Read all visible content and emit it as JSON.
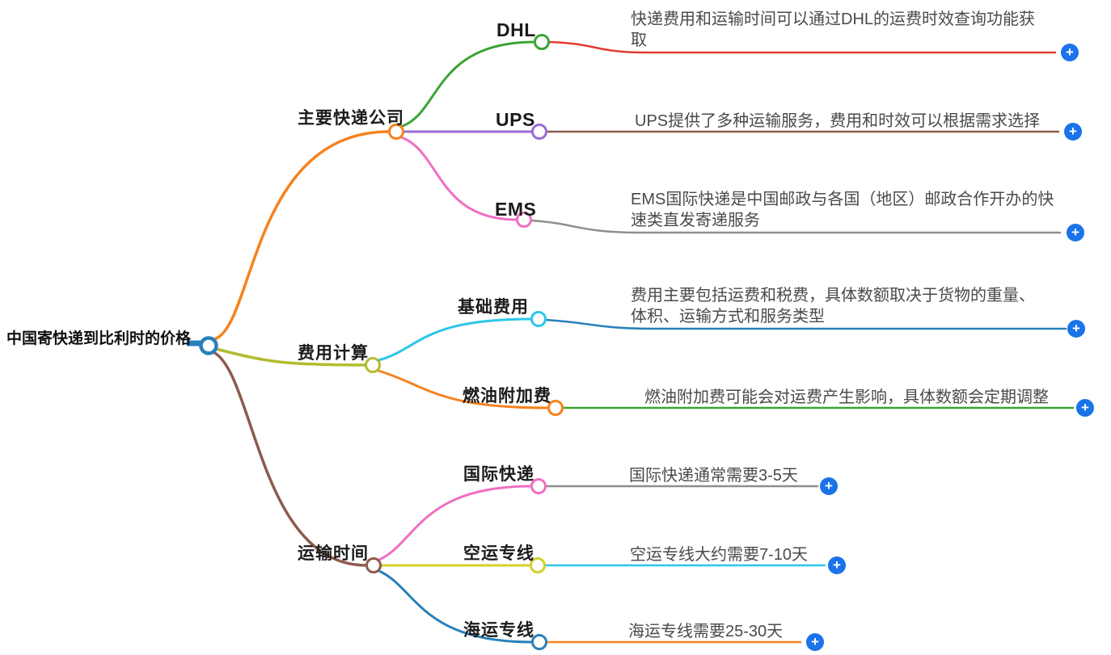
{
  "palette": {
    "root_blue": "#2980B9",
    "orange": "#F5821E",
    "olive": "#B3BC2F",
    "brown": "#8D5B4C",
    "green": "#3AA435",
    "red": "#E03C31",
    "purple": "#9B6BD3",
    "pink": "#F06EC2",
    "gray": "#8E8E8E",
    "cyan": "#2EC6E8",
    "blue": "#2980B9",
    "yellow": "#D2D12E",
    "white": "#FFFFFF",
    "add_button_blue": "#1A73E8",
    "label_text": "#1B1B1B",
    "desc_text": "#4A4A4A"
  },
  "root": {
    "label": "中国寄快递到比利时的价格"
  },
  "branches": [
    {
      "label": "主要快递公司",
      "children": [
        {
          "label": "DHL",
          "desc": "快递费用和运输时间可以通过DHL的运费时效查询功能获取"
        },
        {
          "label": "UPS",
          "desc": "UPS提供了多种运输服务，费用和时效可以根据需求选择"
        },
        {
          "label": "EMS",
          "desc": "EMS国际快递是中国邮政与各国（地区）邮政合作开办的快速类直发寄递服务"
        }
      ]
    },
    {
      "label": "费用计算",
      "children": [
        {
          "label": "基础费用",
          "desc": "费用主要包括运费和税费，具体数额取决于货物的重量、体积、运输方式和服务类型"
        },
        {
          "label": "燃油附加费",
          "desc": "燃油附加费可能会对运费产生影响，具体数额会定期调整"
        }
      ]
    },
    {
      "label": "运输时间",
      "children": [
        {
          "label": "国际快递",
          "desc": "国际快递通常需要3-5天"
        },
        {
          "label": "空运专线",
          "desc": "空运专线大约需要7-10天"
        },
        {
          "label": "海运专线",
          "desc": "海运专线需要25-30天"
        }
      ]
    }
  ],
  "ui": {
    "add_label": "+"
  }
}
